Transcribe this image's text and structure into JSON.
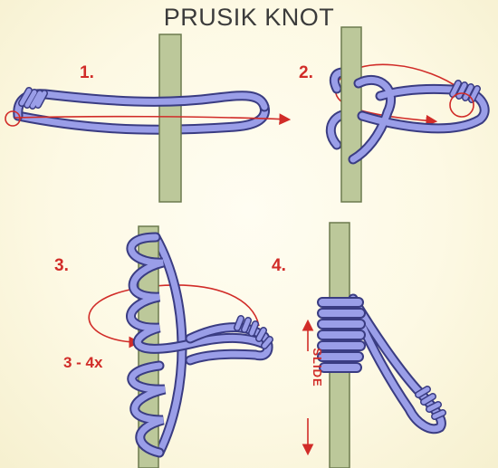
{
  "title": "PRUSIK KNOT",
  "steps": [
    {
      "number": "1."
    },
    {
      "number": "2."
    },
    {
      "number": "3.",
      "note": "3 - 4x"
    },
    {
      "number": "4.",
      "note": "SLIDE"
    }
  ],
  "colors": {
    "rope": "#9a9ee8",
    "rope_outline": "#3a3c82",
    "pole": "#bcc89a",
    "pole_outline": "#6c7a4e",
    "arrow": "#d12c28",
    "title": "#3b3b3b"
  }
}
